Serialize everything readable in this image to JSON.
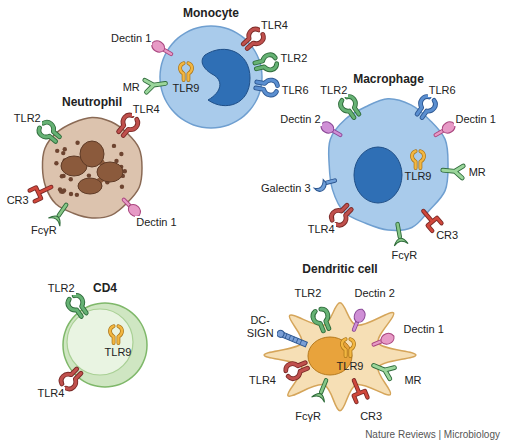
{
  "diagram": {
    "nodes": [
      {
        "text": [
          "Monocyte"
        ]
      },
      {
        "text": [
          "Neutrophil"
        ]
      },
      {
        "text": [
          "Macrophage"
        ]
      },
      {
        "text": [
          "CD4"
        ]
      },
      {
        "text": [
          "Dendritic cell"
        ]
      }
    ],
    "labels": [
      "Dectin 1",
      "TLR4",
      "MR",
      "TLR2",
      "TLR6",
      "TLR9",
      "TLR2",
      "TLR4",
      "CR3",
      "FcγR",
      "Dectin 1",
      "TLR2",
      "TLR6",
      "Dectin 2",
      "Dectin 1",
      "TLR9",
      "MR",
      "Galectin 3",
      "TLR4",
      "FcγR",
      "CR3",
      "TLR2",
      "TLR9",
      "TLR4",
      "TLR2",
      "Dectin 2",
      "DC-SIGN",
      "Dectin 1",
      "TLR9",
      "MR",
      "TLR4",
      "FcγR",
      "CR3",
      "Nature Reviews | Microbiology"
    ]
  }
}
